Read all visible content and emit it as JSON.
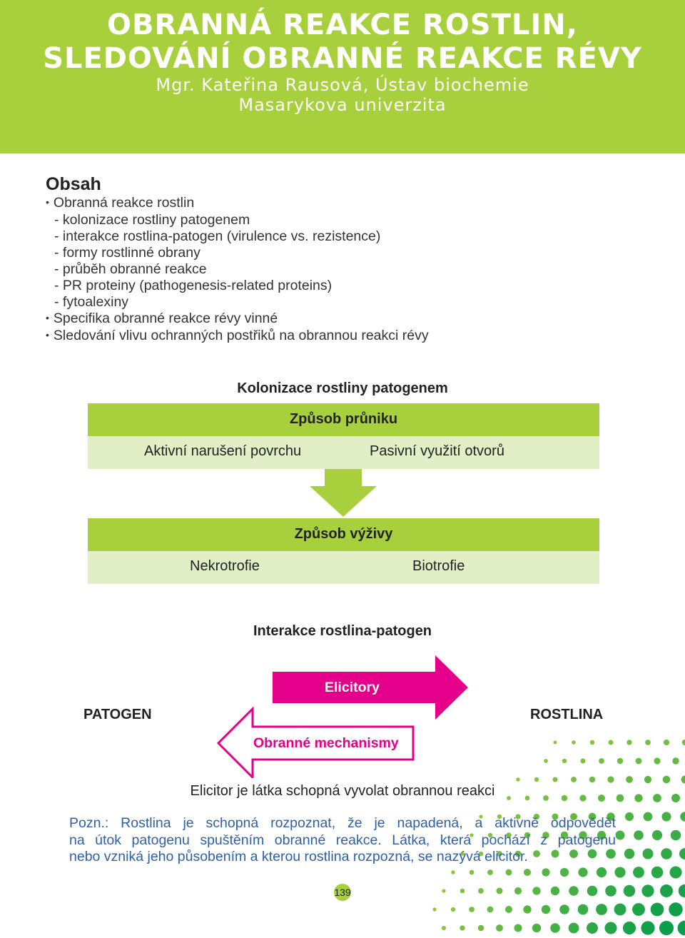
{
  "header": {
    "title_line1": "OBRANNÁ REAKCE ROSTLIN,",
    "title_line2": "SLEDOVÁNÍ OBRANNÉ REAKCE RÉVY",
    "author_line1": "Mgr. Kateřina Rausová, Ústav biochemie",
    "author_line2": "Masarykova univerzita",
    "background_color": "#a8cf3c"
  },
  "toc": {
    "heading": "Obsah",
    "items": [
      "Obranná reakce rostlin",
      "- kolonizace rostliny patogenem",
      "- interakce rostlina-patogen (virulence vs. rezistence)",
      "- formy rostlinné obrany",
      "- průběh obranné reakce",
      "- PR proteiny (pathogenesis-related proteins)",
      "- fytoalexiny",
      "Specifika obranné reakce révy vinné",
      "Sledování vlivu ochranných postřiků na obrannou reakci révy"
    ]
  },
  "colonization": {
    "title": "Kolonizace rostliny patogenem",
    "entry": {
      "heading": "Způsob průniku",
      "left": "Aktivní narušení povrchu",
      "right": "Pasivní využití otvorů"
    },
    "nutrition": {
      "heading": "Způsob výživy",
      "left": "Nekrotrofie",
      "right": "Biotrofie"
    }
  },
  "interaction": {
    "title": "Interakce rostlina-patogen",
    "left_label": "PATOGEN",
    "right_label": "ROSTLINA",
    "arrow_right_label": "Elicitory",
    "arrow_left_label": "Obranné mechanismy",
    "accent_color": "#e5008c"
  },
  "definition": "Elicitor je látka schopná vyvolat obrannou reakci",
  "note": {
    "line1": "Pozn.: Rostlina je schopná rozpoznat, že je napadená, a aktivně odpovědět",
    "line2": "na útok patogenu spuštěním obranné reakce. Látka, která pochází z patogenu",
    "line3": "nebo vzniká jeho působením a kterou rostlina rozpozná, se nazývá elicitor."
  },
  "page_number": "139",
  "colors": {
    "green": "#a8cf3c",
    "light_green": "#e2efc6",
    "magenta": "#e5008c",
    "note_blue": "#2f5fa7",
    "dot_dark": "#0aa14a"
  }
}
